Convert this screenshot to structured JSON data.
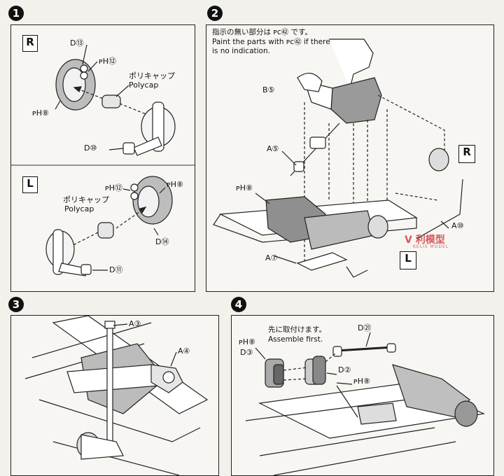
{
  "steps": {
    "s1": "1",
    "s2": "2",
    "s3": "3",
    "s4": "4"
  },
  "panel1": {
    "r_box": "R",
    "l_box": "L",
    "r_parts": {
      "d13": "D⑬",
      "ph12": "ᴘH⑫",
      "ph8": "ᴘH⑧",
      "d10": "D⑩"
    },
    "r_polycap_jp": "ポリキャップ",
    "r_polycap_en": "Polycap",
    "l_parts": {
      "ph12": "ᴘH⑫",
      "ph8": "ᴘH⑧",
      "d14": "D⑭",
      "d11": "D⑪"
    },
    "l_polycap_jp": "ポリキャップ",
    "l_polycap_en": "Polycap"
  },
  "panel2": {
    "note_jp": "指示の無い部分は ᴘc㊷ です。",
    "note_en1": "Paint the parts with ᴘc㊷ if there",
    "note_en2": "is no indication.",
    "b5": "B⑤",
    "a5": "A⑤",
    "ph8": "ᴘH⑧",
    "a7": "A⑦",
    "a10": "A⑩",
    "r_box": "R",
    "l_box": "L",
    "watermark": "V 利模型",
    "watermark_sub": "KELIS MODEL"
  },
  "panel3": {
    "a3": "A③",
    "a4": "A④"
  },
  "panel4": {
    "note_jp": "先に取付けます。",
    "note_en": "Assemble first.",
    "d21": "D㉑",
    "ph8_a": "ᴘH⑧",
    "d3": "D③",
    "d2": "D②",
    "ph8_b": "ᴘH⑧"
  },
  "colors": {
    "ink": "#111111",
    "paper": "#f7f6f2",
    "watermark": "#c7262d"
  }
}
